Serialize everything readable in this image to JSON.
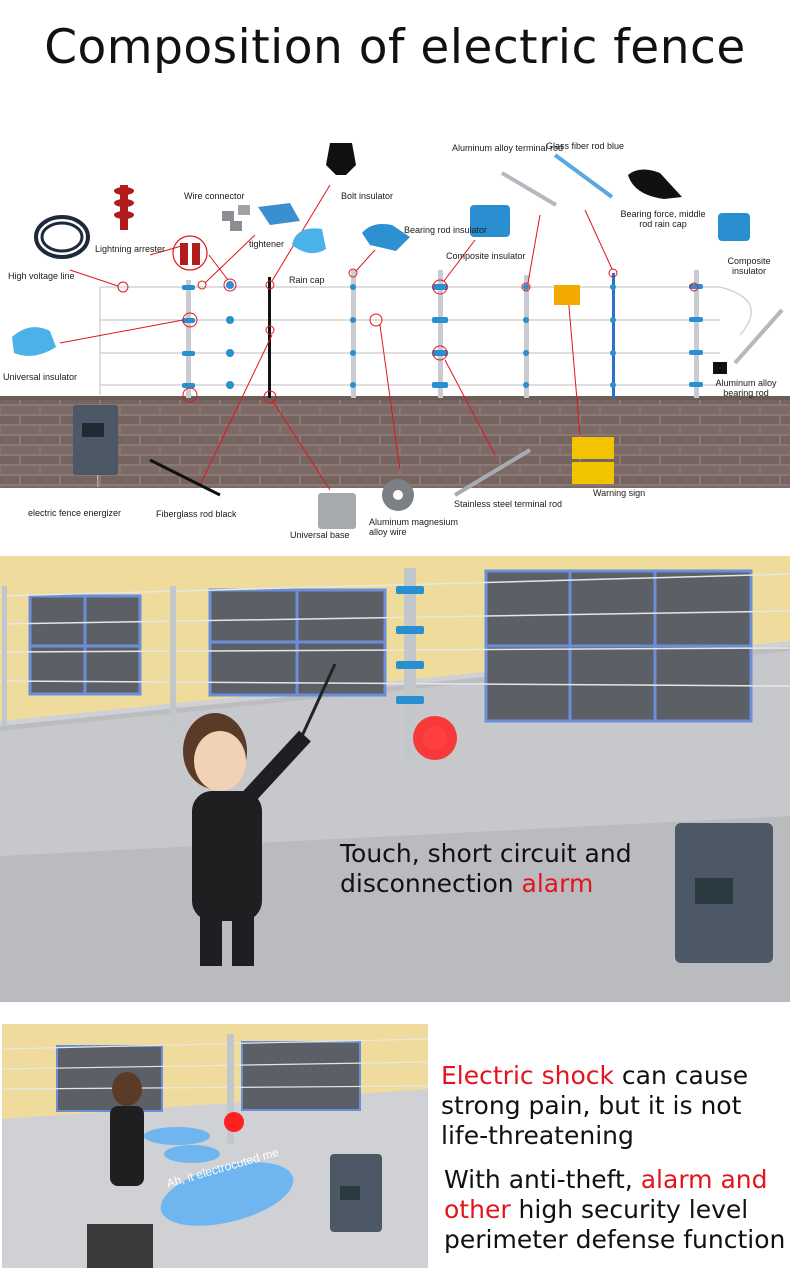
{
  "title": "Composition of electric fence",
  "diagram": {
    "labels": {
      "aluminum_terminal": "Aluminum alloy terminal rod",
      "glass_fiber_blue": "Glass fiber rod blue",
      "bolt_insulator": "Bolt insulator",
      "wire_connector": "Wire connector",
      "lightning_arrester": "Lightning arrester",
      "tightener": "tightener",
      "bearing_rod_insulator": "Bearing rod insulator",
      "bearing_force_cap": "Bearing force, middle rod rain cap",
      "composite_insulator_mid": "Composite insulator",
      "composite_insulator_right": "Composite insulator",
      "high_voltage_line": "High voltage line",
      "rain_cap": "Rain cap",
      "universal_insulator": "Universal insulator",
      "aluminum_bearing_rod": "Aluminum alloy bearing rod",
      "energizer": "electric fence energizer",
      "fiberglass_black": "Fiberglass rod black",
      "universal_base": "Universal base",
      "aluminum_wire": "Aluminum magnesium alloy wire",
      "stainless_terminal": "Stainless steel terminal rod",
      "warning_sign": "Warning sign"
    }
  },
  "scene1": {
    "line1": "Touch, short circuit and",
    "line2_a": "disconnection ",
    "line2_b": "alarm"
  },
  "scene2": {
    "bubble": "Ah, it electrocuted me",
    "text1_red": "Electric shock",
    "text1_rest": " can cause strong pain, but it is not life-threatening",
    "text2_a": "With anti-theft, ",
    "text2_red": "alarm and other",
    "text2_b": " high security level perimeter defense function"
  },
  "colors": {
    "accent_red": "#e3141b",
    "insulator_blue": "#2a8fd0",
    "wall_tan": "#efdc9c",
    "brick": "#7a6660"
  }
}
